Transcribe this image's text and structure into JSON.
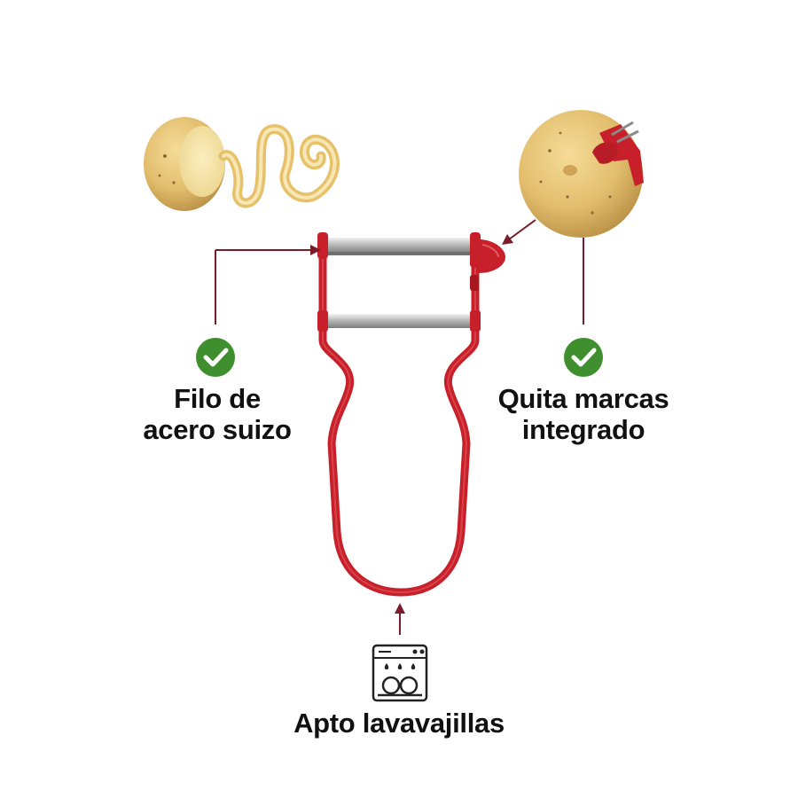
{
  "features": {
    "left": {
      "line1": "Filo de",
      "line2": "acero suizo",
      "icon": "check-icon"
    },
    "right": {
      "line1": "Quita marcas",
      "line2": "integrado",
      "icon": "check-icon"
    },
    "bottom": {
      "text": "Apto lavavajillas",
      "icon": "dishwasher-icon"
    }
  },
  "colors": {
    "peeler_red": "#c8202b",
    "accent_line": "#7a1c2a",
    "check_green": "#3f8f2e",
    "text": "#111111"
  }
}
